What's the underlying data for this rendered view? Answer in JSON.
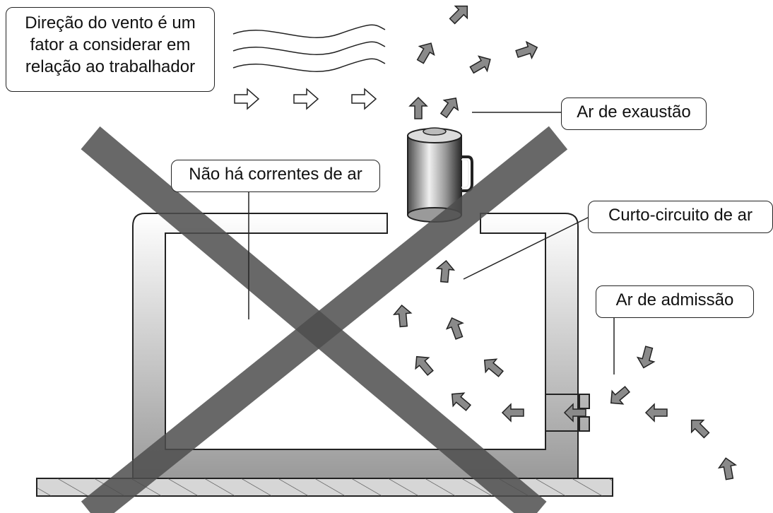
{
  "labels": {
    "wind_direction": [
      "Direção do vento é um",
      "fator a considerar em",
      "relação ao trabalhador"
    ],
    "exhaust_air": "Ar de exaustão",
    "no_air_currents": "Não há correntes de ar",
    "air_short_circuit": "Curto-circuito de ar",
    "intake_air": "Ar de admissão"
  }
}
